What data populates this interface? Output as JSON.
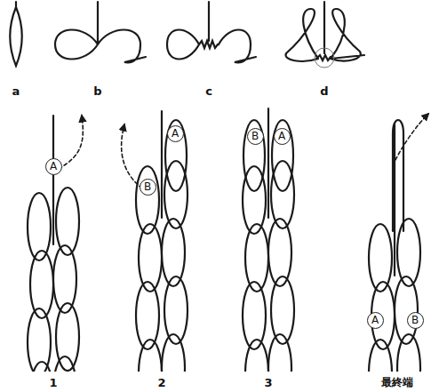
{
  "diagram": {
    "nodes": [
      {
        "text": [
          "A"
        ]
      },
      {
        "text": [
          "B"
        ]
      },
      {
        "text": [
          "A"
        ]
      },
      {
        "text": [
          "B"
        ]
      },
      {
        "text": [
          "A"
        ]
      },
      {
        "text": [
          "A"
        ]
      },
      {
        "text": [
          "B"
        ]
      }
    ],
    "edges": [],
    "labels": [
      "a",
      "b",
      "c",
      "d",
      "1",
      "2",
      "3",
      "最終端"
    ]
  }
}
